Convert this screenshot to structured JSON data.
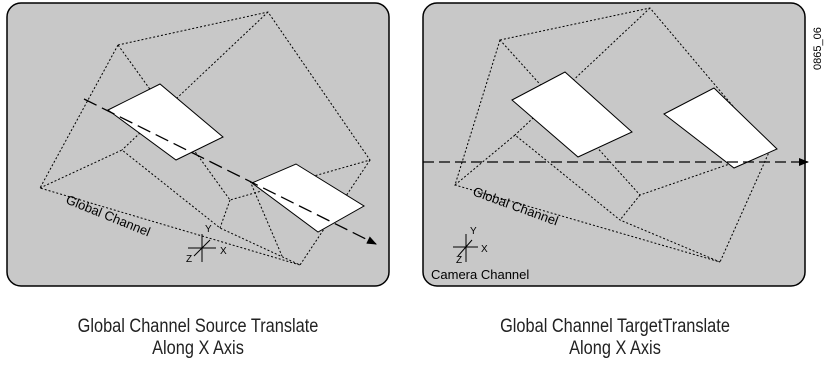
{
  "figure_id": "0865_06",
  "colors": {
    "panel_fill": "#c8c8c8",
    "panel_stroke": "#000000",
    "plane_fill": "#ffffff"
  },
  "left_panel": {
    "channel_label": "Global Channel",
    "axis_x": "X",
    "axis_y": "Y",
    "axis_z": "Z",
    "caption_line1": "Global Channel Source Translate",
    "caption_line2": "Along X Axis"
  },
  "right_panel": {
    "channel_label": "Global Channel",
    "camera_label": "Camera Channel",
    "axis_x": "X",
    "axis_y": "Y",
    "axis_z": "Z",
    "caption_line1": "Global Channel TargetTranslate",
    "caption_line2": "Along X Axis"
  }
}
